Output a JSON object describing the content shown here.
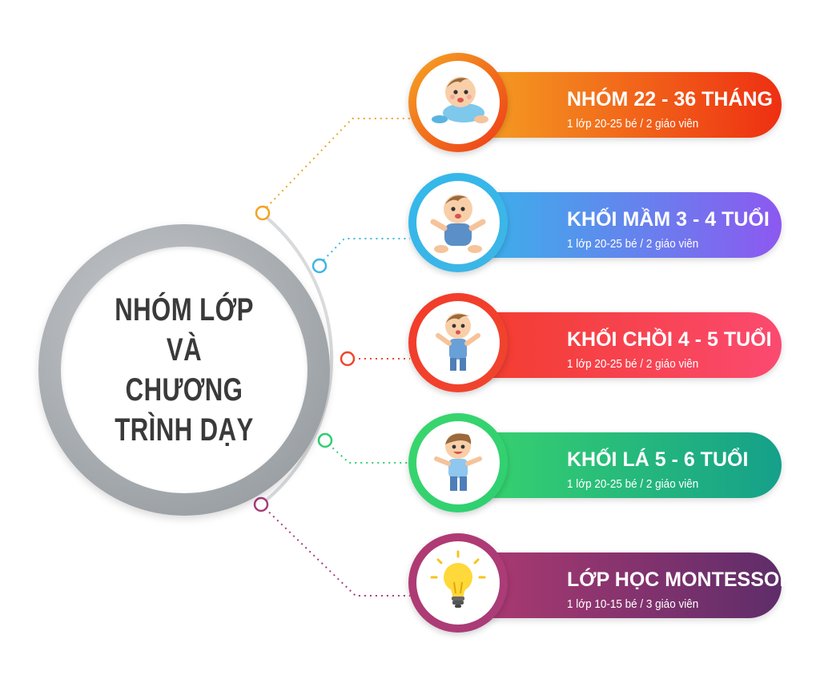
{
  "center": {
    "line1": "NHÓM LỚP VÀ",
    "line2": "CHƯƠNG TRÌNH DẠY"
  },
  "groups": [
    {
      "title": "NHÓM 22 - 36 THÁNG",
      "subtitle": "1 lớp 20-25 bé / 2 giáo viên",
      "color": "#ee3a17",
      "gradient": [
        "#f5a623",
        "#ee2f12"
      ],
      "icon": "crawling-baby-icon"
    },
    {
      "title": "KHỐI MẦM 3 - 4 TUỔI",
      "subtitle": "1 lớp 20-25 bé / 2 giáo viên",
      "color": "#3db5e6",
      "gradient": [
        "#34b8ea",
        "#8d58f0"
      ],
      "icon": "sitting-baby-icon"
    },
    {
      "title": "KHỐI CHỒI 4 - 5 TUỔI",
      "subtitle": "1 lớp 20-25 bé / 2 giáo viên",
      "color": "#f0452e",
      "gradient": [
        "#f23b2a",
        "#fb4a70"
      ],
      "icon": "toddler-icon"
    },
    {
      "title": "KHỐI LÁ 5 - 6 TUỔI",
      "subtitle": "1 lớp 20-25 bé / 2 giáo viên",
      "color": "#2ecf72",
      "gradient": [
        "#3ad66c",
        "#15a08a"
      ],
      "icon": "child-icon"
    },
    {
      "title": "LỚP HỌC MONTESSORI",
      "subtitle": "1 lớp 10-15 bé / 3 giáo viên",
      "color": "#a83c78",
      "gradient": [
        "#b23a72",
        "#5e2d6a"
      ],
      "icon": "lightbulb-icon"
    }
  ]
}
